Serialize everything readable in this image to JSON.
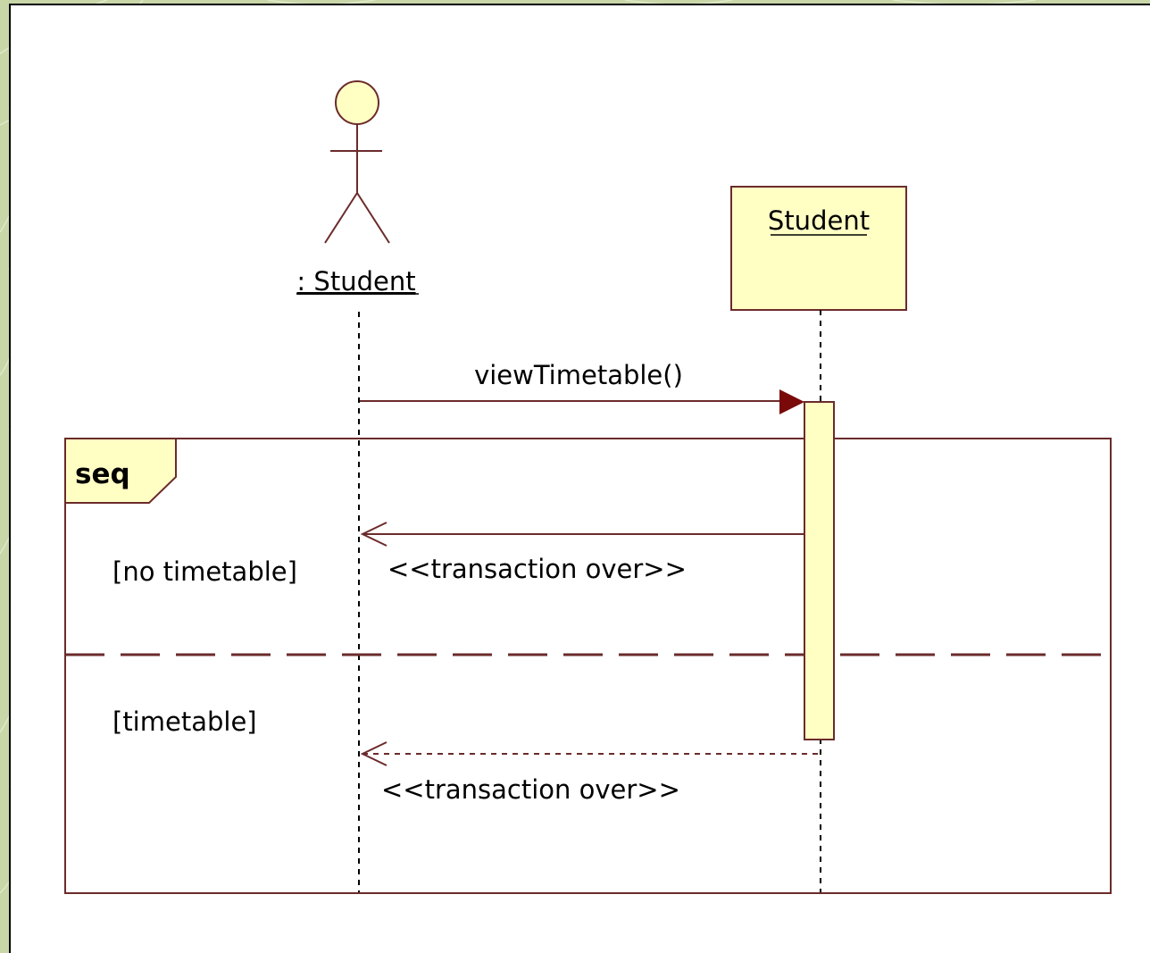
{
  "actor": {
    "name": ": Student"
  },
  "object": {
    "name": "Student"
  },
  "messages": {
    "call": "viewTimetable()",
    "reply_1": "<<transaction over>>",
    "reply_2": "<<transaction over>>"
  },
  "fragment": {
    "operator": "seq",
    "guard_1": "[no timetable]",
    "guard_2": "[timetable]"
  },
  "colors": {
    "line": "#6b2b2b",
    "fill": "#ffffc4",
    "arrowhead": "#7a0a0a",
    "background": "#c9d6a8"
  }
}
